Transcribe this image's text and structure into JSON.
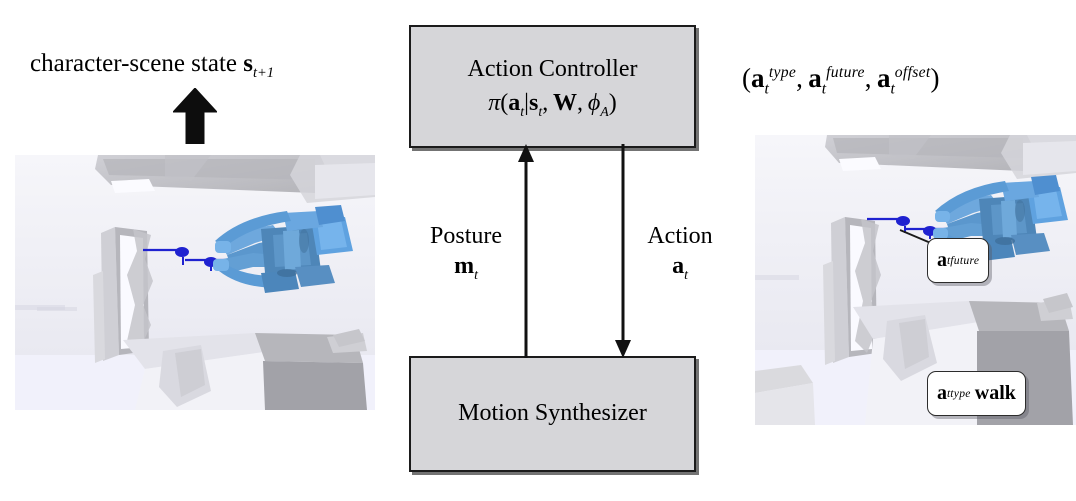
{
  "figure": {
    "type": "system-architecture-diagram",
    "left_caption": {
      "text": "character-scene state",
      "symbol_base": "s",
      "symbol_sub": "t+1"
    },
    "flowchart": {
      "controller": {
        "title": "Action Controller",
        "formula": {
          "policy": "π",
          "open": "(",
          "action_base": "a",
          "action_sub": "t",
          "bar": "|",
          "state_base": "s",
          "state_sub": "t",
          "comma1": ",",
          "weights": "W",
          "comma2": ",",
          "phi_base": "ϕ",
          "phi_sub": "A",
          "close": ")"
        }
      },
      "synthesizer": {
        "title": "Motion Synthesizer"
      },
      "arrow_up": {
        "label_line1": "Posture",
        "symbol_base": "m",
        "symbol_sub": "t",
        "direction": "up"
      },
      "arrow_down": {
        "label_line1": "Action",
        "symbol_base": "a",
        "symbol_sub": "t",
        "direction": "down"
      }
    },
    "right_formula": {
      "open": "(",
      "terms": [
        {
          "base": "a",
          "sub": "t",
          "sup": "type"
        },
        {
          "base": "a",
          "sub": "t",
          "sup": "future"
        },
        {
          "base": "a",
          "sub": "t",
          "sup": "offset"
        }
      ],
      "separator": ",",
      "close": ")"
    },
    "callouts": [
      {
        "name": "future-callout",
        "base": "a",
        "sub": "t",
        "sup": "future",
        "value": ""
      },
      {
        "name": "type-callout",
        "base": "a",
        "sub": "t",
        "sup": "type",
        "value": "walk"
      }
    ],
    "scenes": {
      "left": {
        "caption_ref": "character-scene state s_t+1",
        "background_color": "#f1f1fb",
        "character_color": "#5b9bd5",
        "trajectory_color": "#1f22d0"
      },
      "right": {
        "background_color": "#f1f1fb",
        "character_color": "#4f96dd",
        "trajectory_color": "#1f22d0"
      }
    },
    "colors": {
      "box_fill": "#d6d6d9",
      "box_border": "#1b1b1b",
      "scene_bg": "#f1f1fb",
      "character_blue": "#5b9bd5",
      "character_blue_dark": "#4a7fa8",
      "trajectory_blue": "#1f22d0",
      "mesh_gray": "#b8b8bc",
      "mesh_light": "#e8e8ee"
    }
  }
}
